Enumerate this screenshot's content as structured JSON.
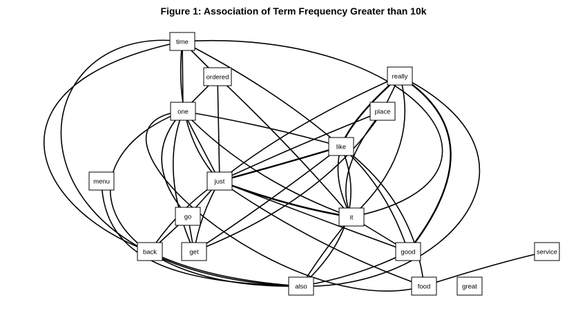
{
  "figure": {
    "title": "Figure 1: Association of Term Frequency Greater than 10k"
  },
  "colors": {
    "edge": "#000000",
    "node_border": "#000000",
    "node_fill": "#ffffff",
    "background": "#ffffff"
  },
  "nodes": [
    {
      "id": "time",
      "label": "time"
    },
    {
      "id": "ordered",
      "label": "ordered"
    },
    {
      "id": "really",
      "label": "really"
    },
    {
      "id": "one",
      "label": "one"
    },
    {
      "id": "place",
      "label": "place"
    },
    {
      "id": "like",
      "label": "like"
    },
    {
      "id": "menu",
      "label": "menu"
    },
    {
      "id": "just",
      "label": "just"
    },
    {
      "id": "go",
      "label": "go"
    },
    {
      "id": "it",
      "label": "it"
    },
    {
      "id": "back",
      "label": "back"
    },
    {
      "id": "get",
      "label": "get"
    },
    {
      "id": "good",
      "label": "good"
    },
    {
      "id": "service",
      "label": "service"
    },
    {
      "id": "also",
      "label": "also"
    },
    {
      "id": "food",
      "label": "food"
    },
    {
      "id": "great",
      "label": "great"
    }
  ],
  "edges": [
    {
      "from": "time",
      "to": "ordered"
    },
    {
      "from": "time",
      "to": "one"
    },
    {
      "from": "time",
      "to": "just"
    },
    {
      "from": "time",
      "to": "like"
    },
    {
      "from": "time",
      "to": "back"
    },
    {
      "from": "time",
      "to": "also"
    },
    {
      "from": "time",
      "to": "it"
    },
    {
      "from": "ordered",
      "to": "one"
    },
    {
      "from": "ordered",
      "to": "just"
    },
    {
      "from": "ordered",
      "to": "it"
    },
    {
      "from": "really",
      "to": "place"
    },
    {
      "from": "really",
      "to": "like"
    },
    {
      "from": "really",
      "to": "just"
    },
    {
      "from": "really",
      "to": "it"
    },
    {
      "from": "really",
      "to": "good"
    },
    {
      "from": "really",
      "to": "also"
    },
    {
      "from": "one",
      "to": "just"
    },
    {
      "from": "one",
      "to": "like"
    },
    {
      "from": "one",
      "to": "get"
    },
    {
      "from": "one",
      "to": "it"
    },
    {
      "from": "one",
      "to": "go"
    },
    {
      "from": "one",
      "to": "also"
    },
    {
      "from": "one",
      "to": "food"
    },
    {
      "from": "place",
      "to": "just"
    },
    {
      "from": "place",
      "to": "get"
    },
    {
      "from": "place",
      "to": "it"
    },
    {
      "from": "like",
      "to": "just"
    },
    {
      "from": "like",
      "to": "it"
    },
    {
      "from": "like",
      "to": "good"
    },
    {
      "from": "like",
      "to": "food"
    },
    {
      "from": "like",
      "to": "get"
    },
    {
      "from": "like",
      "to": "also"
    },
    {
      "from": "menu",
      "to": "also"
    },
    {
      "from": "just",
      "to": "it"
    },
    {
      "from": "just",
      "to": "get"
    },
    {
      "from": "just",
      "to": "back"
    },
    {
      "from": "just",
      "to": "good"
    },
    {
      "from": "just",
      "to": "food"
    },
    {
      "from": "just",
      "to": "go"
    },
    {
      "from": "go",
      "to": "back"
    },
    {
      "from": "go",
      "to": "get"
    },
    {
      "from": "it",
      "to": "also"
    },
    {
      "from": "it",
      "to": "good"
    },
    {
      "from": "good",
      "to": "also"
    },
    {
      "from": "service",
      "to": "food"
    },
    {
      "from": "back",
      "to": "also"
    }
  ]
}
